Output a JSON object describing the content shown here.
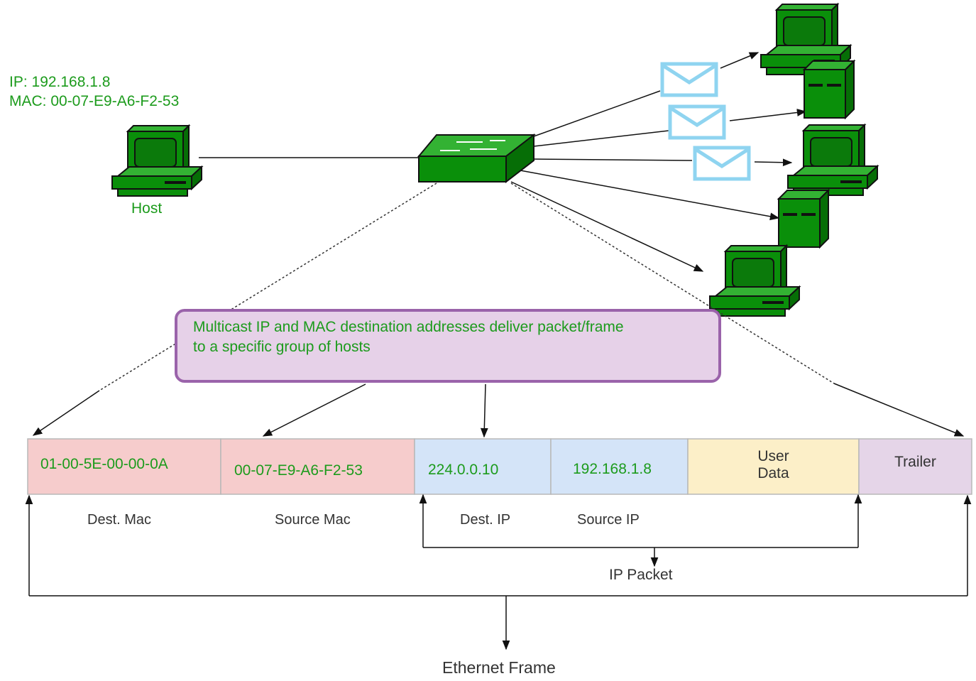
{
  "host": {
    "ip_line": "IP: 192.168.1.8",
    "mac_line": "MAC: 00-07-E9-A6-F2-53",
    "label": "Host"
  },
  "callout": {
    "line1": "Multicast IP and MAC destination addresses deliver packet/frame",
    "line2": "to a specific group of hosts"
  },
  "frame": {
    "dest_mac": "01-00-5E-00-00-0A",
    "source_mac": "00-07-E9-A6-F2-53",
    "dest_ip": "224.0.0.10",
    "source_ip": "192.168.1.8",
    "user_data_line1": "User",
    "user_data_line2": "Data",
    "trailer": "Trailer"
  },
  "labels": {
    "dest_mac": "Dest. Mac",
    "source_mac": "Source Mac",
    "dest_ip": "Dest. IP",
    "source_ip": "Source IP",
    "ip_packet": "IP Packet",
    "ethernet_frame": "Ethernet Frame"
  },
  "colors": {
    "device_green": "#0a8f0a",
    "text_green": "#1c9b1c",
    "envelope_blue": "#8fd4f0",
    "mac_fill": "#f6cccc",
    "ip_fill": "#d4e4f8",
    "data_fill": "#fcefc8",
    "trailer_fill": "#e5d5e8",
    "callout_fill": "#e6d1e8",
    "callout_border": "#9a63aa"
  }
}
